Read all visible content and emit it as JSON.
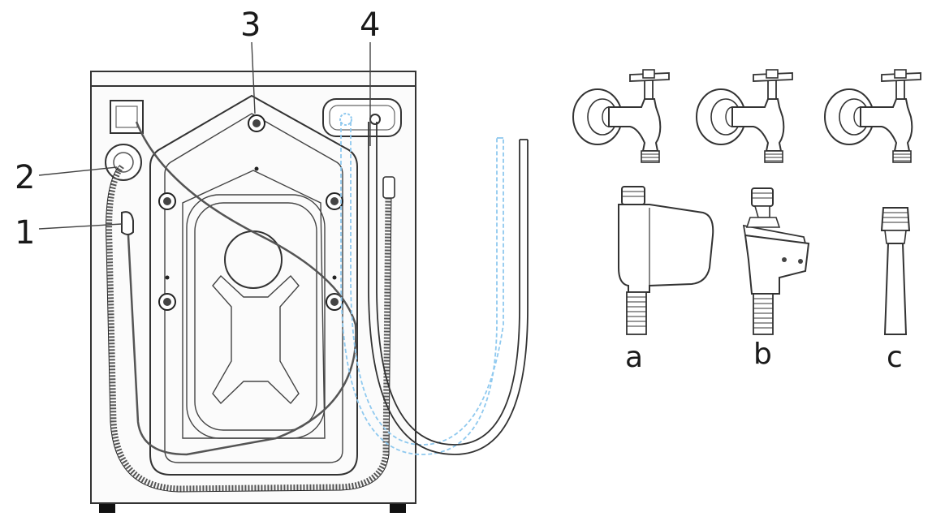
{
  "callouts": {
    "c1": "1",
    "c2": "2",
    "c3": "3",
    "c4": "4"
  },
  "variants": {
    "a": "a",
    "b": "b",
    "c": "c"
  },
  "colors": {
    "line": "#333333",
    "hose_hidden": "#8fc9ef",
    "panel": "#f7f7f7"
  },
  "icons": [
    "washing-machine-rear",
    "water-tap",
    "aquastop-valve",
    "plain-hose-connector"
  ]
}
